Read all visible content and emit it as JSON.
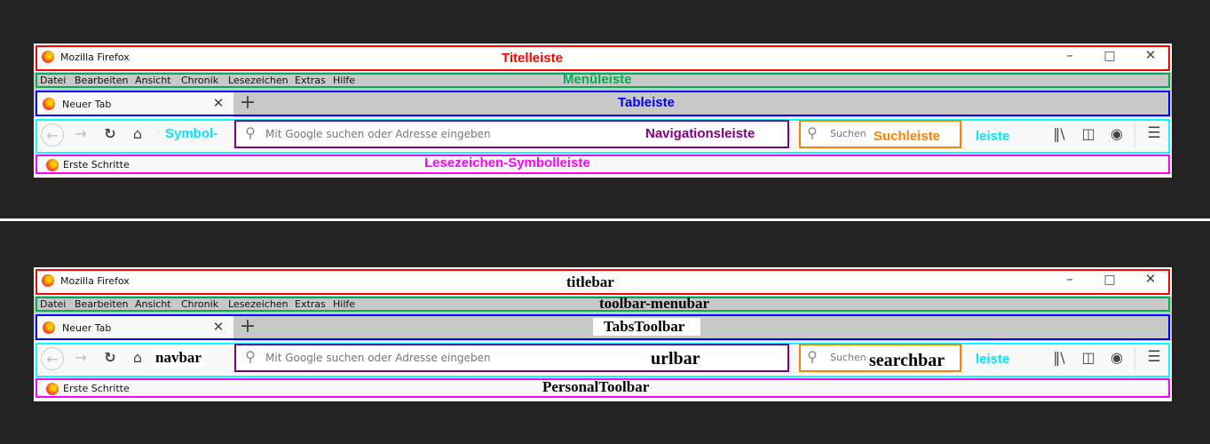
{
  "panels": [
    {
      "window_title": "Mozilla Firefox",
      "menu": [
        "Datei",
        "Bearbeiten",
        "Ansicht",
        "Chronik",
        "Lesezeichen",
        "Extras",
        "Hilfe"
      ],
      "tab_label": "Neuer Tab",
      "url_placeholder": "Mit Google suchen oder Adresse eingeben",
      "search_placeholder": "Suchen",
      "bookmark": "Erste Schritte",
      "labels": {
        "titlebar": "Titelleiste",
        "menubar": "Menüleiste",
        "tabbar": "Tableiste",
        "navbar_a": "Symbol-",
        "urlbar": "Navigationsleiste",
        "searchbar": "Suchleiste",
        "navbar_b": "leiste",
        "bookmarks": "Lesezeichen-Symbolleiste"
      }
    },
    {
      "window_title": "Mozilla Firefox",
      "menu": [
        "Datei",
        "Bearbeiten",
        "Ansicht",
        "Chronik",
        "Lesezeichen",
        "Extras",
        "Hilfe"
      ],
      "tab_label": "Neuer Tab",
      "url_placeholder": "Mit Google suchen oder Adresse eingeben",
      "search_placeholder": "Suchen",
      "bookmark": "Erste Schritte",
      "labels": {
        "titlebar": "titlebar",
        "menubar": "toolbar-menubar",
        "tabbar": "TabsToolbar",
        "navbar_a": "navbar",
        "urlbar": "urlbar",
        "searchbar": "searchbar",
        "navbar_b": "leiste",
        "bookmarks": "PersonalToolbar"
      }
    }
  ],
  "colors": {
    "titlebar": "#ff0000",
    "menubar": "#00b050",
    "tabbar": "#0000ff",
    "navbar": "#00ffff",
    "urlbar": "#800080",
    "searchbar": "#ff8000",
    "bookmarks": "#ff00ff"
  }
}
